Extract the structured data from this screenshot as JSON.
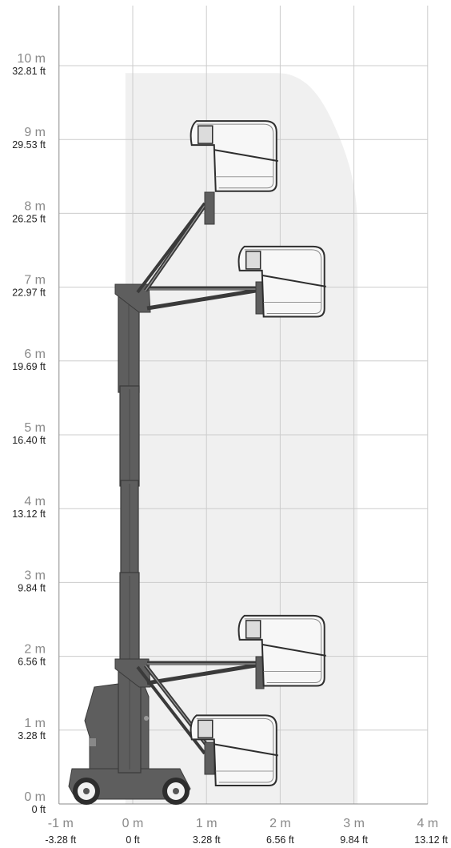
{
  "chart_data": {
    "type": "reach_diagram",
    "x_axis": {
      "range_m": [
        -1,
        4
      ],
      "ticks": [
        {
          "m": -1,
          "label_m": "-1 m",
          "label_ft": "-3.28 ft"
        },
        {
          "m": 0,
          "label_m": "0 m",
          "label_ft": "0 ft"
        },
        {
          "m": 1,
          "label_m": "1 m",
          "label_ft": "3.28 ft"
        },
        {
          "m": 2,
          "label_m": "2 m",
          "label_ft": "6.56 ft"
        },
        {
          "m": 3,
          "label_m": "3 m",
          "label_ft": "9.84 ft"
        },
        {
          "m": 4,
          "label_m": "4 m",
          "label_ft": "13.12 ft"
        }
      ]
    },
    "y_axis": {
      "range_m": [
        0,
        10
      ],
      "ticks": [
        {
          "m": 0,
          "label_m": "0 m",
          "label_ft": "0 ft"
        },
        {
          "m": 1,
          "label_m": "1 m",
          "label_ft": "3.28 ft"
        },
        {
          "m": 2,
          "label_m": "2 m",
          "label_ft": "6.56 ft"
        },
        {
          "m": 3,
          "label_m": "3 m",
          "label_ft": "9.84 ft"
        },
        {
          "m": 4,
          "label_m": "4 m",
          "label_ft": "13.12 ft"
        },
        {
          "m": 5,
          "label_m": "5 m",
          "label_ft": "16.40 ft"
        },
        {
          "m": 6,
          "label_m": "6 m",
          "label_ft": "19.69 ft"
        },
        {
          "m": 7,
          "label_m": "7 m",
          "label_ft": "22.97 ft"
        },
        {
          "m": 8,
          "label_m": "8 m",
          "label_ft": "26.25 ft"
        },
        {
          "m": 9,
          "label_m": "9 m",
          "label_ft": "29.53 ft"
        },
        {
          "m": 10,
          "label_m": "10 m",
          "label_ft": "32.81 ft"
        }
      ]
    },
    "grid": true,
    "working_envelope": {
      "fill": "#f0f0f0",
      "x_min_m": -0.1,
      "x_max_m": 3.05,
      "max_height_m": 9.9
    },
    "platform_positions": [
      {
        "position": "lowered-stowed",
        "platform_x_m": [
          0.8,
          1.95
        ],
        "platform_y_m": [
          0.25,
          1.2
        ]
      },
      {
        "position": "lowered-extended",
        "platform_x_m": [
          1.45,
          2.6
        ],
        "platform_y_m": [
          1.6,
          2.55
        ]
      },
      {
        "position": "raised-stowed",
        "platform_x_m": [
          0.8,
          1.95
        ],
        "platform_y_m": [
          8.3,
          9.25
        ]
      },
      {
        "position": "raised-extended",
        "platform_x_m": [
          1.45,
          2.6
        ],
        "platform_y_m": [
          6.6,
          7.55
        ]
      }
    ],
    "colors": {
      "grid": "#cccccc",
      "axis": "#888888",
      "machine": "#5e5e5e",
      "machine_dark": "#3a3a3a",
      "platform_stroke": "#2e2e2e",
      "platform_fill": "#f7f7f7"
    }
  }
}
